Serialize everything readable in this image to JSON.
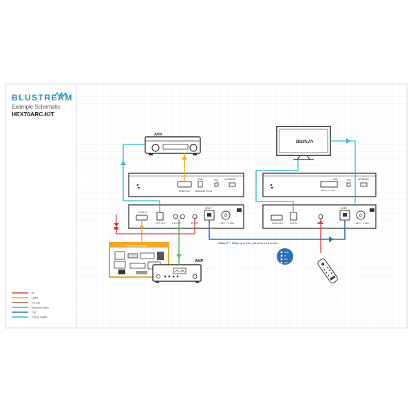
{
  "header": {
    "brand": "BLUSTREAM",
    "subtitle": "Example Schematic",
    "model": "HEX70ARC-KIT"
  },
  "colors": {
    "ir": "#e53935",
    "hdmi": "#f5a623",
    "rs232": "#8b6a3e",
    "analogue_audio": "#5cb85c",
    "cat": "#2f6fb3",
    "optical": "#29b6d6",
    "frame_bg": "#eef3f8",
    "device_stroke": "#333333"
  },
  "legend": [
    {
      "label": "IR",
      "color": "#e53935"
    },
    {
      "label": "HDMI",
      "color": "#f5a623"
    },
    {
      "label": "RS-232",
      "color": "#8b6a3e"
    },
    {
      "label": "Analogue Audio",
      "color": "#5cb85c"
    },
    {
      "label": "CAT",
      "color": "#2f6fb3"
    },
    {
      "label": "Optical Digital",
      "color": "#29b6d6"
    }
  ],
  "devices": {
    "avr": "AVR",
    "display": "DISPLAY",
    "amp": "AMP",
    "hdmi_sources": "HDMI SOURCES"
  },
  "left_top_panel": {
    "hdmi_out": "HDMI OUT",
    "edid": "EDID",
    "edid_sub": "MODE/SETTINGS",
    "poc": "PoC",
    "upgrade": "UPGRADE"
  },
  "left_bottom_panel": {
    "hdmi_in": "HDMI IN",
    "opt_out": "OPT OUT",
    "lr_out": "L/R OUT",
    "ir_out": "IR OUT",
    "hdbt": "HDBT",
    "power": "+ 24V ⎓ 1.25A"
  },
  "right_top_panel": {
    "arc": "ARC",
    "arc_sub": "HDMI | TX OPT",
    "poc": "PoC",
    "upgrade": "UPGRADE"
  },
  "right_bottom_panel": {
    "hdmi_out": "HDMI OUT",
    "opt_in": "OPT IN",
    "ir_in": "IR IN",
    "hdbt": "HDBT",
    "power": "+ 24V ⎓ 1.25A"
  },
  "cable_note": "HDBaseT™ 1080p up to 70m | 4K 60Hz 4:2:0 to 40m",
  "remote_keys": [
    "HDMI",
    "IR",
    "PoC",
    "ARC"
  ],
  "icons": [
    "blustream-wave-logo",
    "hdmi-port-icon",
    "optical-port-icon",
    "ir-port-icon",
    "rj45-port-icon",
    "power-connector-icon",
    "remote-control-icon"
  ]
}
